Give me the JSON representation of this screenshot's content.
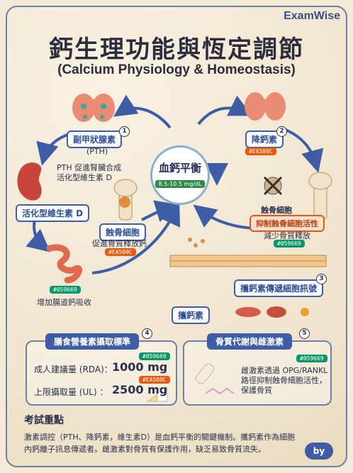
{
  "brand": "ExamWise",
  "title_zh": "鈣生理功能與恆定調節",
  "title_en": "(Calcium Physiology & Homeostasis)",
  "center": {
    "title": "血鈣平衡",
    "range": "8.5-10.5 mg/dL"
  },
  "parathyroid": {
    "label": "副甲狀腺素",
    "abbr": "(PTH)",
    "num": "1"
  },
  "calcitonin": {
    "label": "降鈣素",
    "num": "2",
    "hex": "#EA580C"
  },
  "pth_note": {
    "line1": "PTH 促進腎臟合成",
    "line2": "活化型維生素 D"
  },
  "vitd": {
    "label": "活化型維生素 D"
  },
  "osteoclast_left": {
    "label": "蝕骨細胞",
    "desc": "促進骨質釋放鈣",
    "hex": "#EA580C"
  },
  "osteoclast_right": {
    "label": "蝕骨細胞",
    "inhibit": "抑制蝕骨細胞活性",
    "desc": "減少骨質釋放",
    "hex": "#059669"
  },
  "intestine": {
    "hex": "#059669",
    "desc": "增加腸道鈣吸收"
  },
  "signal": {
    "label": "攜鈣素傳遞細胞訊號",
    "num": "3",
    "calmodulin": "攜鈣素"
  },
  "diet": {
    "title": "膳食營養素攝取標準",
    "num": "4",
    "rda_label": "成人建議量 (RDA)：",
    "rda_value": "1000 mg",
    "rda_hex": "#059669",
    "ul_label": "上限攝取量 (UL) ：",
    "ul_value": "2500 mg",
    "ul_hex": "#EA580C"
  },
  "bone": {
    "title": "骨質代謝與雌激素",
    "num": "5",
    "hex": "#059669",
    "line1": "雌激素透過 OPG/RANKL",
    "line2": "路徑抑制蝕骨細胞活性，",
    "line3": "保護骨質"
  },
  "notes": {
    "heading": "考試重點",
    "line1": "激素調控（PTH、降鈣素，維生素D）是血鈣平衡的關鍵機制。攜鈣素作為細胞",
    "line2": "內鈣離子訊息傳遞者。雌激素對骨質有保護作用，缺乏易致骨質流失。"
  },
  "footer": {
    "by": "by"
  },
  "colors": {
    "accent": "#3e5da6",
    "orange": "#EA580C",
    "green": "#059669"
  }
}
